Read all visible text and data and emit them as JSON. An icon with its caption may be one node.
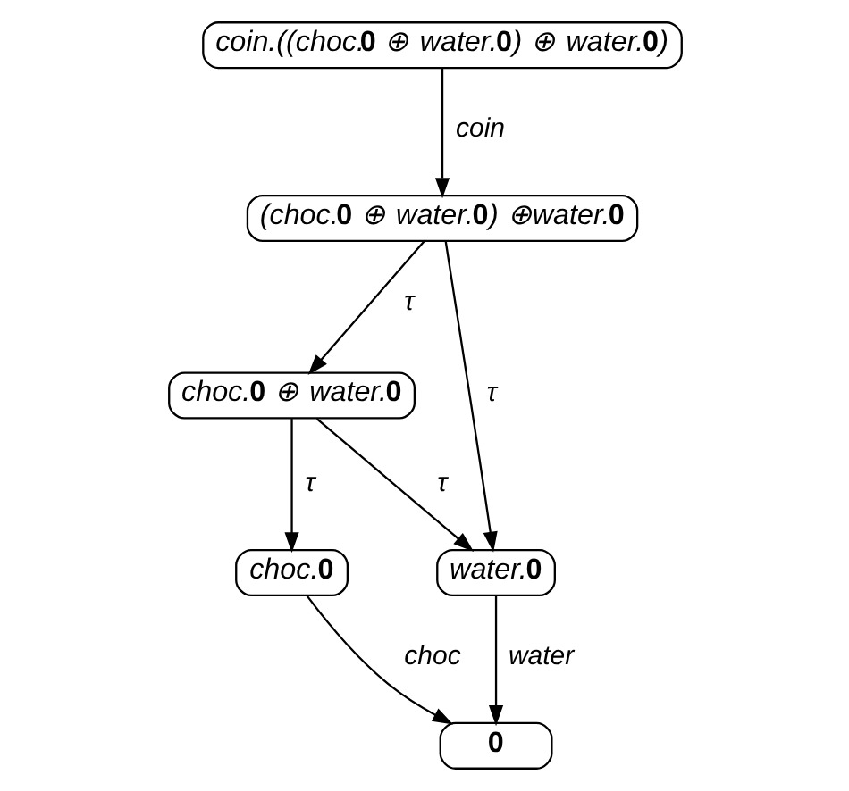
{
  "diagram": {
    "nodes": [
      {
        "text": [
          "coin.((choc.**0** ⊕ water.**0**) ⊕ water.**0**)"
        ]
      },
      {
        "text": [
          "(choc.**0** ⊕ water.**0**) ⊕water.**0**"
        ]
      },
      {
        "text": [
          "choc.**0** ⊕ water.**0**"
        ]
      },
      {
        "text": [
          "choc.**0**"
        ]
      },
      {
        "text": [
          "water.**0**"
        ]
      },
      {
        "text": [
          "**0**"
        ]
      }
    ],
    "edges": [
      {
        "from": 0,
        "to": 1,
        "arrow": "to",
        "label": "coin"
      },
      {
        "from": 1,
        "to": 2,
        "arrow": "to",
        "label": "τ"
      },
      {
        "from": 1,
        "to": 4,
        "arrow": "to",
        "label": "τ"
      },
      {
        "from": 2,
        "to": 3,
        "arrow": "to",
        "label": "τ"
      },
      {
        "from": 2,
        "to": 4,
        "arrow": "to",
        "label": "τ"
      },
      {
        "from": 3,
        "to": 5,
        "arrow": "to",
        "label": "choc"
      },
      {
        "from": 4,
        "to": 5,
        "arrow": "to",
        "label": "water"
      }
    ]
  }
}
